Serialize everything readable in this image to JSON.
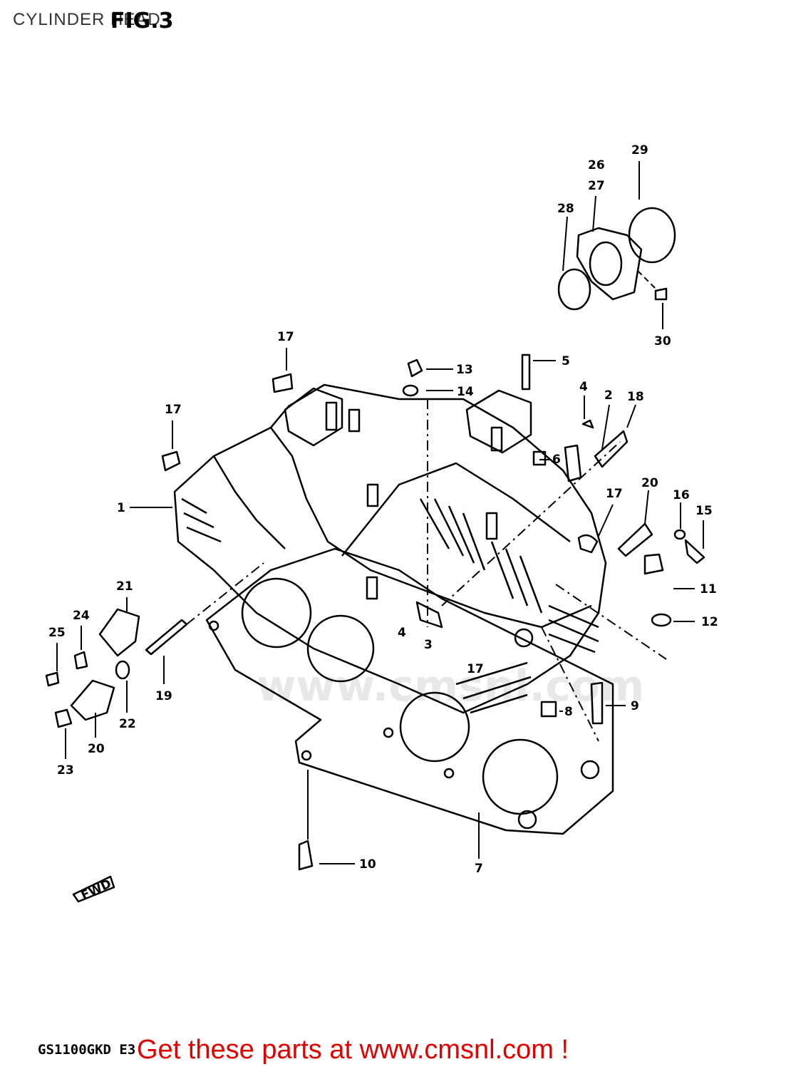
{
  "header": {
    "title": "CYLINDER HEAD",
    "figure": "FIG.3"
  },
  "watermark": "www.cmsnl.com",
  "footer": {
    "model": "GS1100GKD E3",
    "promo": "Get these parts at www.cmsnl.com !"
  },
  "callouts": {
    "c1": "1",
    "c2": "2",
    "c3": "3",
    "c4a": "4",
    "c4b": "4",
    "c5": "5",
    "c6": "6",
    "c7": "7",
    "c8": "8",
    "c9": "9",
    "c10": "10",
    "c11": "11",
    "c12": "12",
    "c13": "13",
    "c14": "14",
    "c15": "15",
    "c16": "16",
    "c17a": "17",
    "c17b": "17",
    "c17c": "17",
    "c17d": "17",
    "c18": "18",
    "c19": "19",
    "c20a": "20",
    "c20b": "20",
    "c21": "21",
    "c22": "22",
    "c23": "23",
    "c24": "24",
    "c25": "25",
    "c26": "26",
    "c27": "27",
    "c28": "28",
    "c29": "29",
    "c30": "30"
  },
  "fwd_label": "FWD"
}
